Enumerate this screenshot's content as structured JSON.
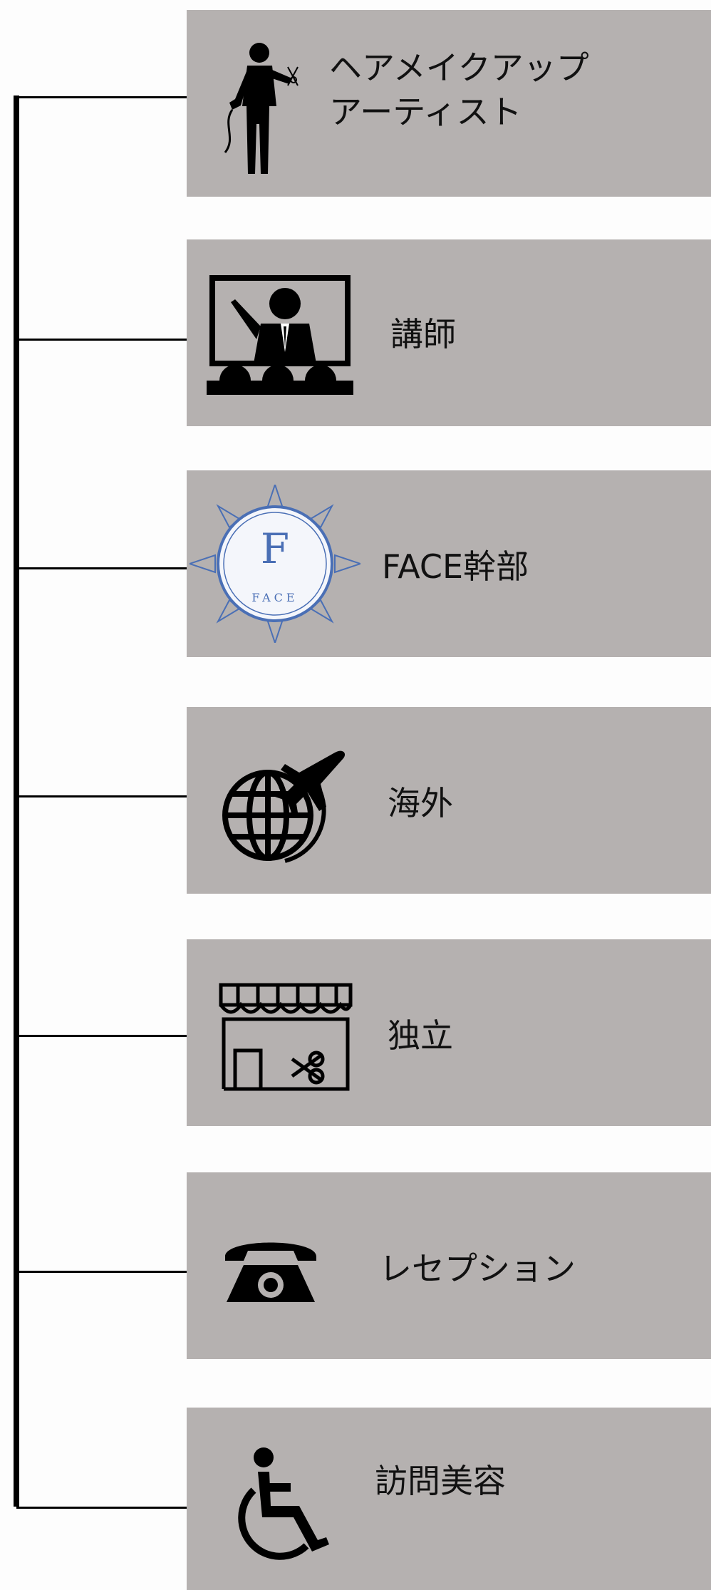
{
  "items": [
    {
      "id": "hair-makeup-artist",
      "label": "ヘアメイクアップ\nアーティスト",
      "icon": "stylist-with-scissors-icon"
    },
    {
      "id": "instructor",
      "label": "講師",
      "icon": "lecturer-icon"
    },
    {
      "id": "face-executive",
      "label": "FACE幹部",
      "icon": "face-compass-logo",
      "logo_text": "FACE"
    },
    {
      "id": "overseas",
      "label": "海外",
      "icon": "globe-airplane-icon"
    },
    {
      "id": "independent",
      "label": "独立",
      "icon": "salon-storefront-icon"
    },
    {
      "id": "reception",
      "label": "レセプション",
      "icon": "telephone-icon"
    },
    {
      "id": "home-visit-beauty",
      "label": "訪問美容",
      "icon": "wheelchair-icon"
    }
  ],
  "colors": {
    "box": "#b5b1b0",
    "line": "#000000",
    "logo": "#4a6fb5",
    "text": "#111111"
  }
}
